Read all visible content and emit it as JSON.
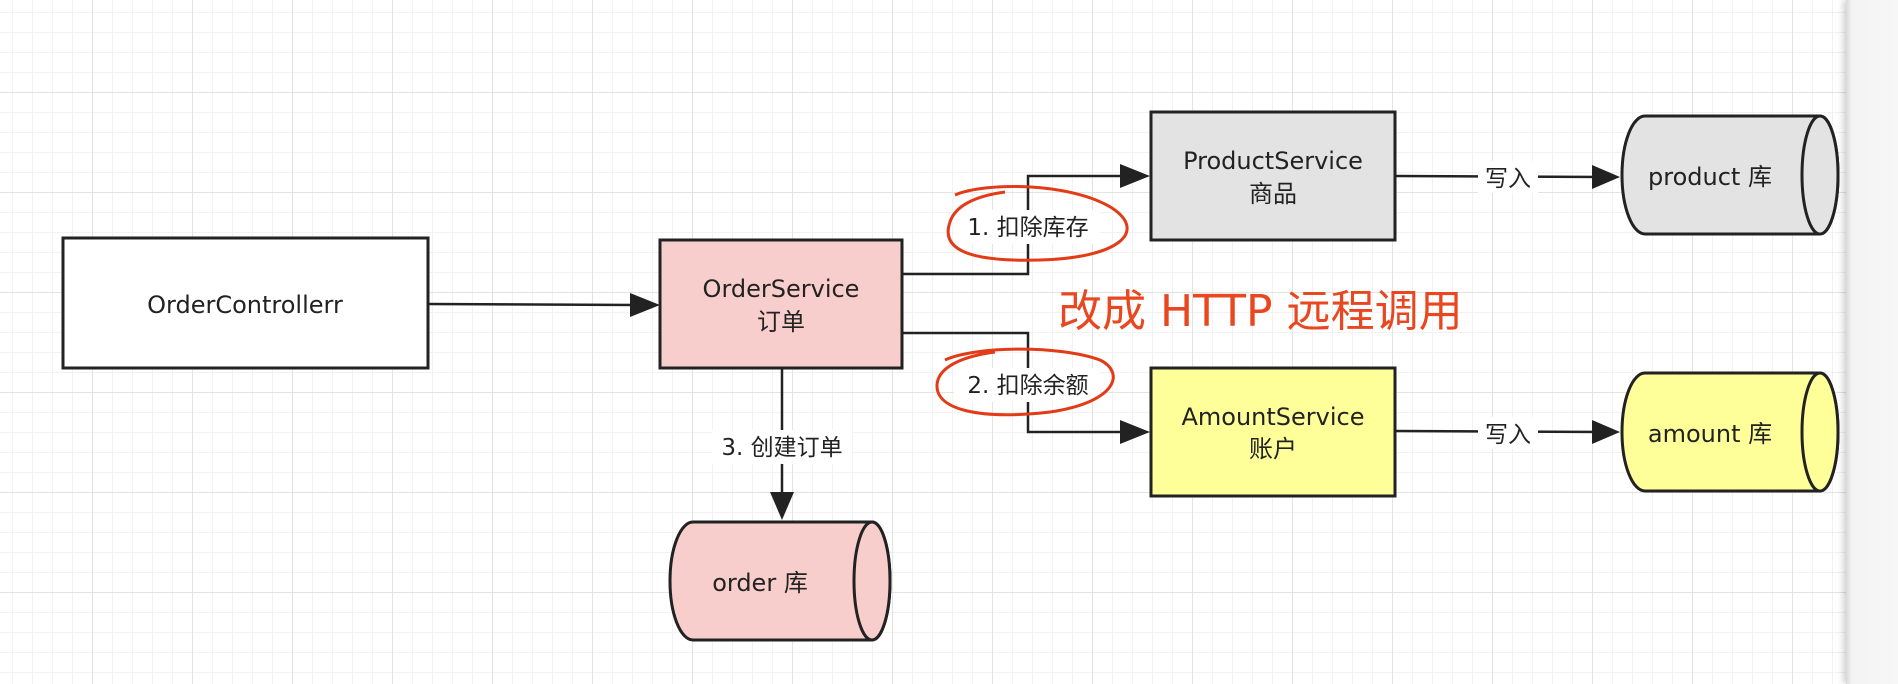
{
  "nodes": {
    "controller": {
      "label": "OrderControllerr"
    },
    "order_service": {
      "line1": "OrderService",
      "line2": "订单"
    },
    "product_service": {
      "line1": "ProductService",
      "line2": "商品"
    },
    "amount_service": {
      "line1": "AmountService",
      "line2": "账户"
    },
    "order_db": {
      "label": "order 库"
    },
    "product_db": {
      "label": "product 库"
    },
    "amount_db": {
      "label": "amount 库"
    }
  },
  "edges": {
    "deduct_stock": "1. 扣除库存",
    "deduct_balance": "2. 扣除余额",
    "create_order": "3. 创建订单",
    "write_product": "写入",
    "write_amount": "写入"
  },
  "annotation": {
    "text": "改成 HTTP 远程调用"
  },
  "colors": {
    "order": "#f8cecc",
    "product": "#e3e3e3",
    "amount": "#ffff99",
    "controller": "#ffffff",
    "annotation": "#e8471f"
  }
}
